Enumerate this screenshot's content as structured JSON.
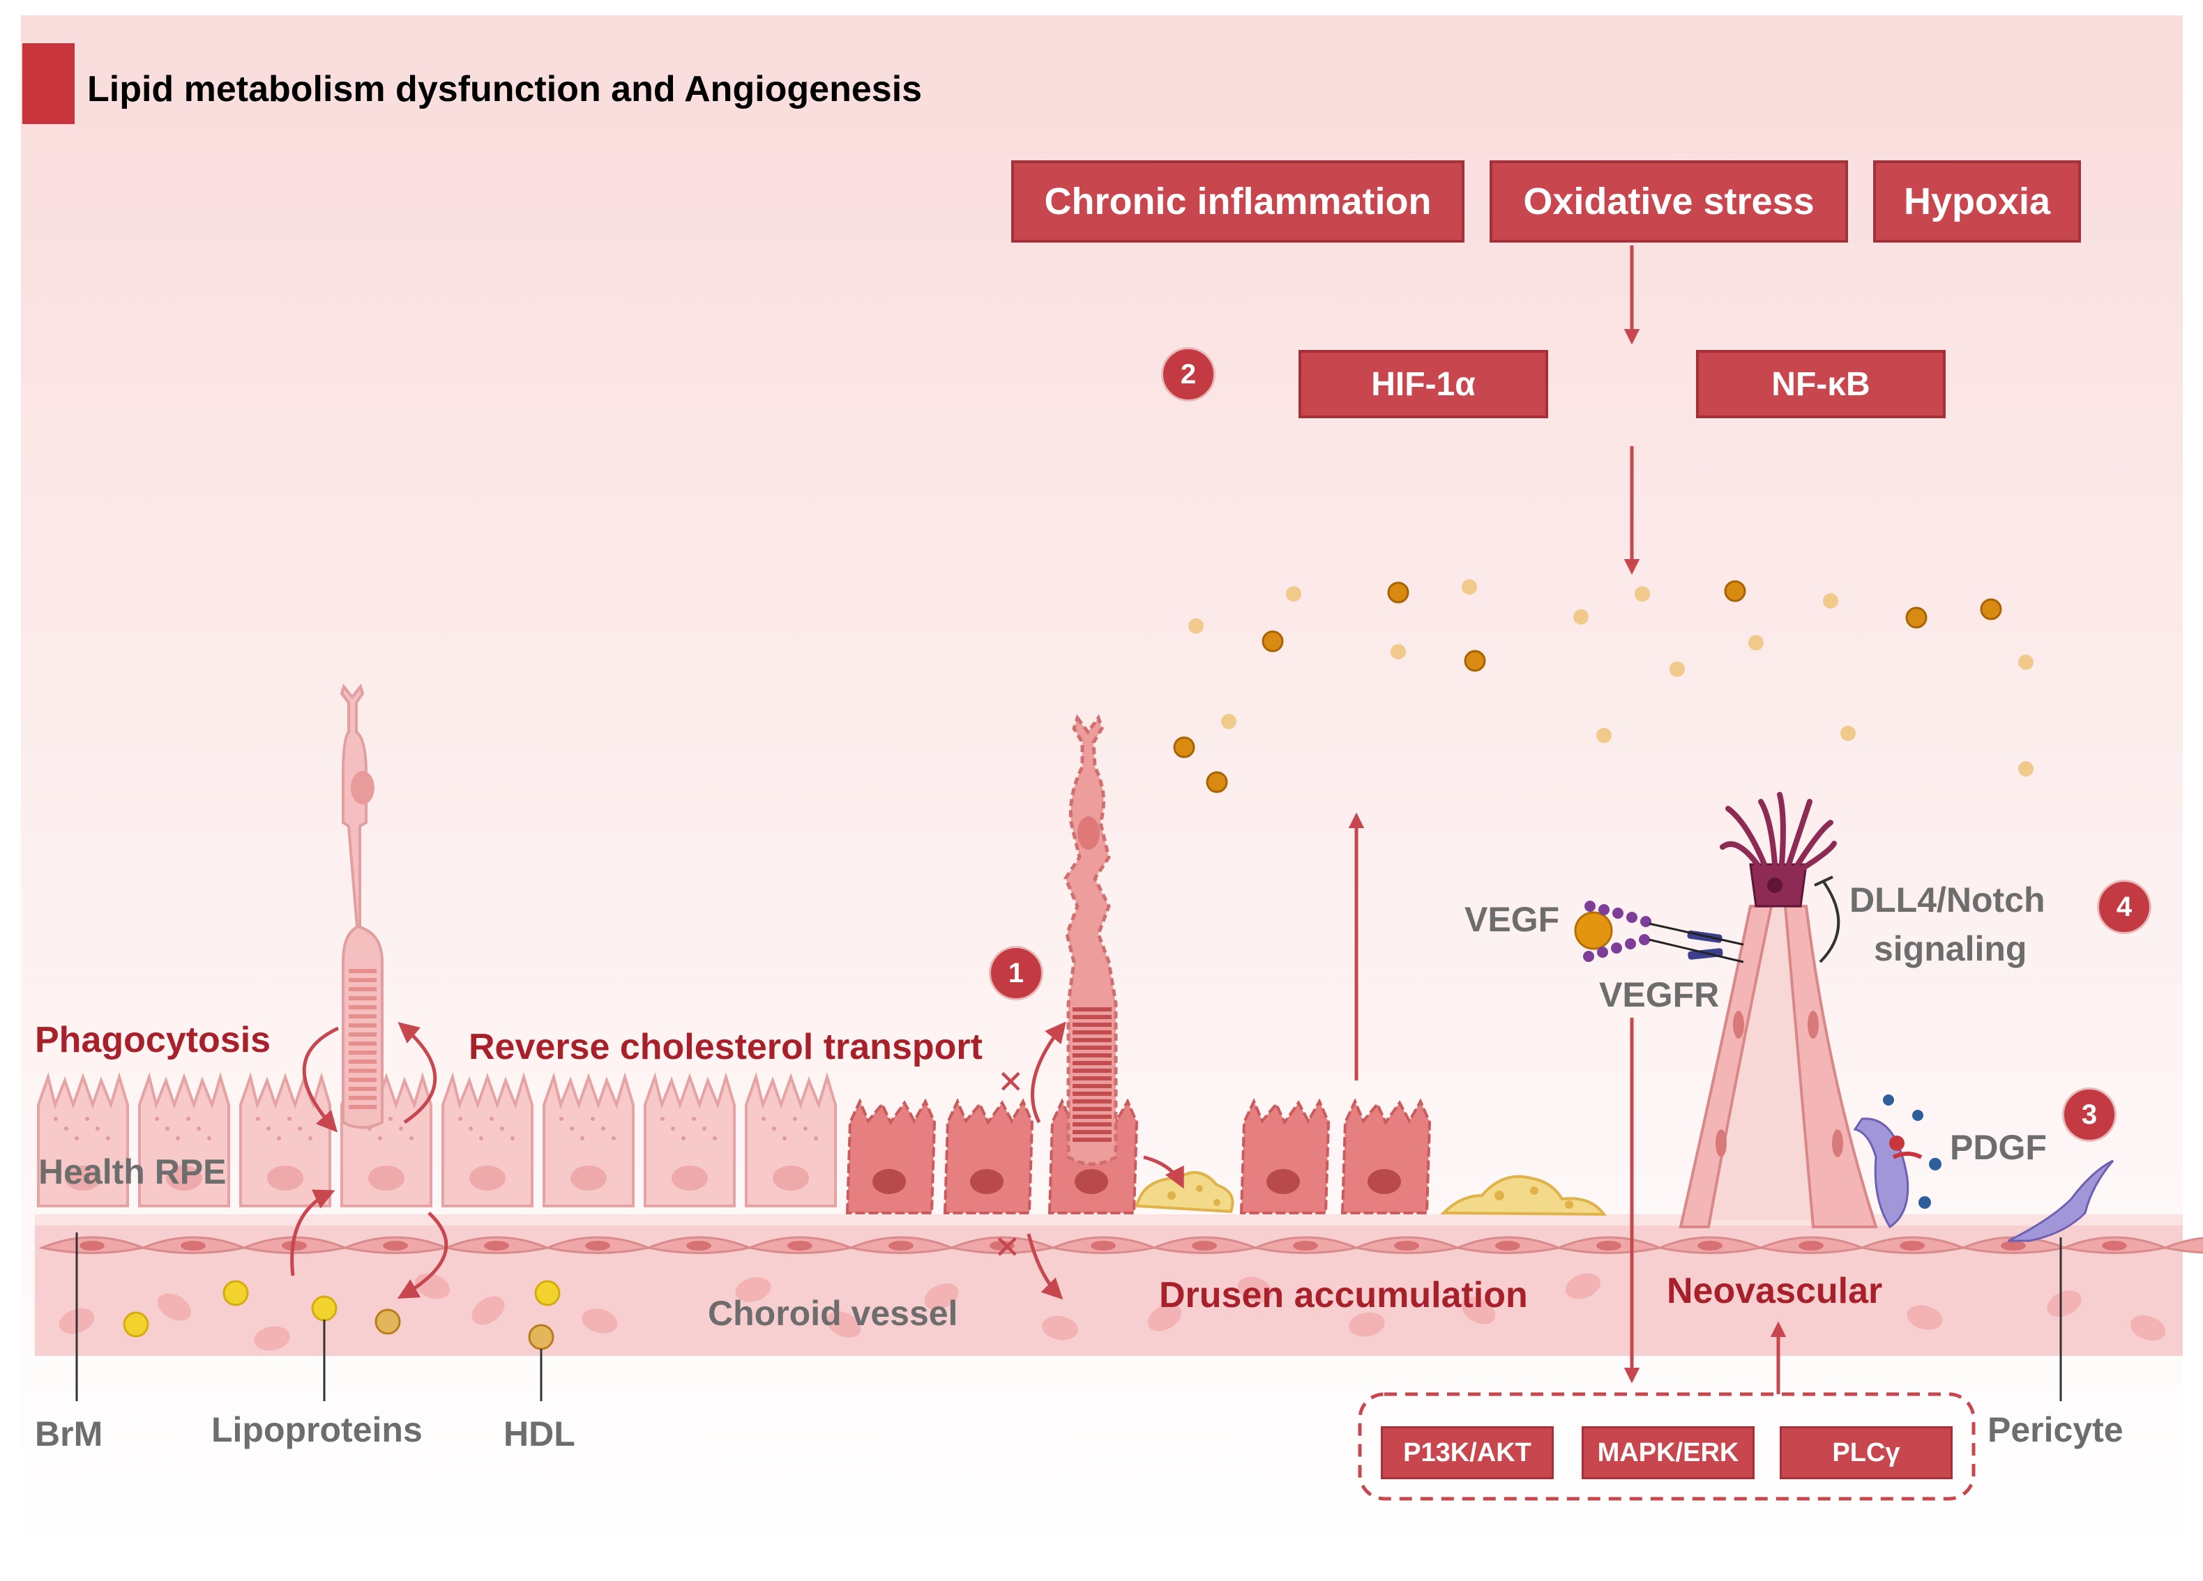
{
  "title": "Lipid metabolism dysfunction and Angiogenesis",
  "colors": {
    "accent_red": "#c8474f",
    "dark_red": "#a8202a",
    "gray_text": "#6d6d6d",
    "cell_pink": "#f6c6c6",
    "cell_red": "#e4777a",
    "background_top": "#f9dede",
    "lipid_orange": "#d98a10",
    "lipid_tan": "#f0c98b"
  },
  "stress_boxes": [
    "Chronic inflammation",
    "Oxidative stress",
    "Hypoxia"
  ],
  "factor_boxes": [
    "HIF-1α",
    "NF-κB"
  ],
  "pathway_boxes": [
    "P13K/AKT",
    "MAPK/ERK",
    "PLCγ"
  ],
  "badges": [
    "1",
    "2",
    "3",
    "4"
  ],
  "labels": {
    "phagocytosis": "Phagocytosis",
    "reverse_cholesterol": "Reverse cholesterol transport",
    "health_rpe": "Health RPE",
    "choroid_vessel": "Choroid vessel",
    "drusen": "Drusen accumulation",
    "neovascular": "Neovascular",
    "vegf": "VEGF",
    "vegfr": "VEGFR",
    "dll4_line1": "DLL4/Notch",
    "dll4_line2": "signaling",
    "pdgf": "PDGF",
    "brm": "BrM",
    "lipoproteins": "Lipoproteins",
    "hdl": "HDL",
    "pericyte": "Pericyte"
  }
}
